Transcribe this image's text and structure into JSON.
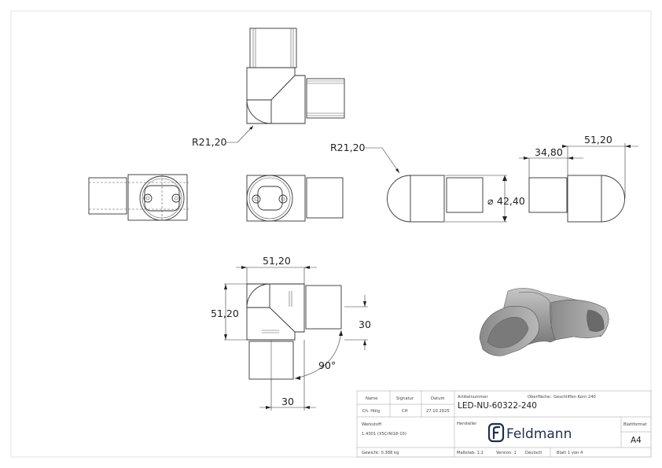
{
  "drawing": {
    "dimensions": {
      "top_view_radius": "R21,20",
      "side_view_radius": "R21,20",
      "diameter": "42,40",
      "diameter_symbol": "⌀",
      "right_short": "34,80",
      "right_long": "51,20",
      "front_width": "51,20",
      "front_height": "51,20",
      "front_right_30": "30",
      "front_bottom_30": "30",
      "angle": "90°"
    }
  },
  "title_block": {
    "name_header": "Name",
    "signature_header": "Signatur",
    "date_header": "Datum",
    "name_value": "Ch. Hölg",
    "signature_value": "CH",
    "date_value": "27.10.2025",
    "article_label": "Artikelnummer",
    "article_number": "LED-NU-60322-240",
    "surface_label": "Oberfläche:",
    "surface_value": "Geschliffen Korn 240",
    "material_label": "Werkstoff:",
    "material_value": "1.4301 (X5CrNi18-10)",
    "manufacturer_label": "Hersteller",
    "brand_name": "Feldmann",
    "brand_color": "#1f2f4f",
    "format_label": "Blattformat",
    "format_value": "A4",
    "weight": "Gewicht: 0.388 kg",
    "scale": "Maßstab: 1:2",
    "version": "Version: 1",
    "language": "Deutsch",
    "sheet": "Blatt 1 von 4"
  }
}
